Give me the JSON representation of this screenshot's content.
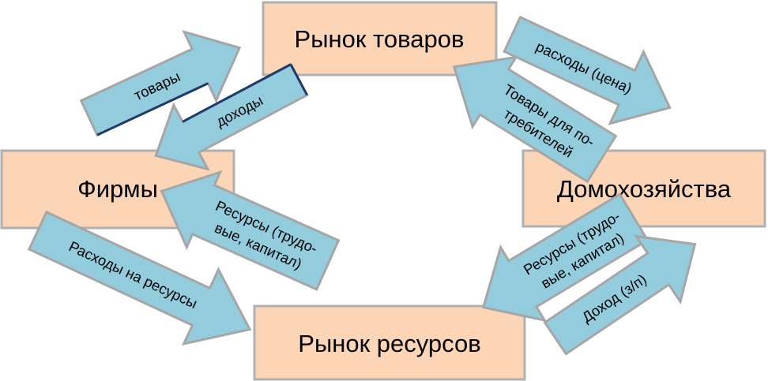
{
  "nodes": {
    "goods_market": "Рынок товаров",
    "firms": "Фирмы",
    "households": "Домохозяйства",
    "resource_market": "Рынок ресурсов"
  },
  "arrows": {
    "goods": "товары",
    "revenue": "доходы",
    "spending_price": "расходы (цена)",
    "consumer_goods": [
      "Товары для по-",
      "требителей"
    ],
    "resources_firms": [
      "Ресурсы (трудо-",
      "вые, капитал)"
    ],
    "resource_spending": "Расходы на ресурсы",
    "resources_households": [
      "Ресурсы (трудо-",
      "вые, капитал)"
    ],
    "income": "Доход (з/п)"
  },
  "colors": {
    "box_fill": "#fbd5b5",
    "arrow_fill": "#93cddd",
    "outline": "#a6a6a6"
  }
}
